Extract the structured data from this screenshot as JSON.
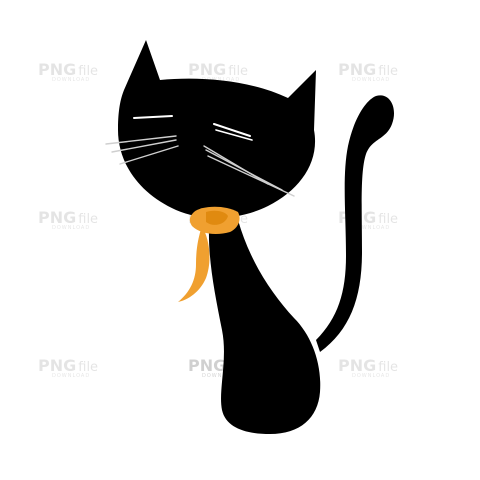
{
  "image": {
    "description_subject": "black-cat-illustration",
    "colors": {
      "background": "#ffffff",
      "cat_body": "#000000",
      "scarf": "#f0a030",
      "scarf_shade": "#e08a10",
      "whiskers": "#ffffff",
      "eye_lines": "#ffffff"
    }
  },
  "watermark": {
    "brand": "PNG",
    "suffix": "file",
    "sub": "DOWNLOAD"
  }
}
